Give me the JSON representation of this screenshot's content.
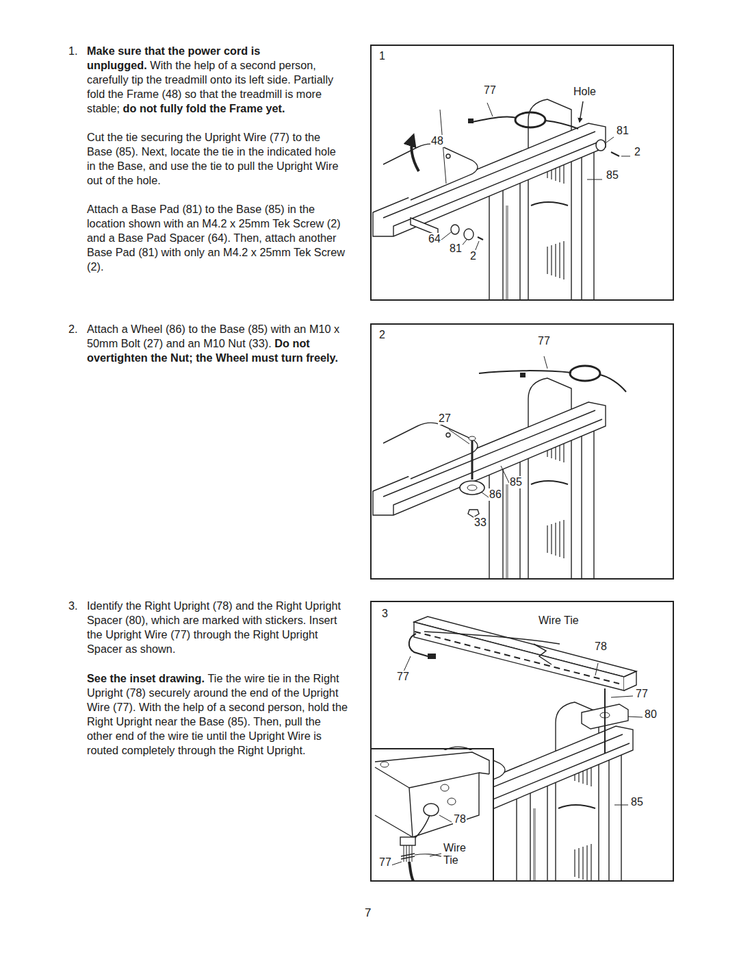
{
  "diagram": {
    "nodes": [
      {
        "text": [
          "1",
          "77",
          "Hole",
          "48",
          "81",
          "2",
          "85",
          "64",
          "81",
          "2"
        ]
      },
      {
        "text": [
          "2",
          "77",
          "27",
          "85",
          "86",
          "33"
        ]
      },
      {
        "text": [
          "3",
          "Wire Tie",
          "78",
          "77",
          "77",
          "80",
          "85"
        ]
      },
      {
        "text": [
          "78",
          "Wire Tie",
          "77"
        ],
        "in": 2
      }
    ],
    "labels": [
      "1.",
      "Make sure that the power cord is unplugged.",
      "With the help of a second person, carefully tip the treadmill onto its left side. Partially fold the Frame (48) so that the treadmill is more stable;",
      "do not fully fold the Frame yet.",
      "Cut the tie securing the Upright Wire (77) to the Base (85). Next, locate the tie in the indicated hole in the Base, and use the tie to pull the Upright Wire out of the hole.",
      "Attach a Base Pad (81) to the Base (85) in the location shown with an M4.2 x 25mm Tek Screw (2) and a Base Pad Spacer (64). Then, attach another Base Pad (81) with only an M4.2 x 25mm Tek Screw (2).",
      "2.",
      "Attach a Wheel (86) to the Base (85) with an M10 x 50mm Bolt (27) and an M10 Nut (33).",
      "Do not overtighten the Nut; the Wheel must turn freely.",
      "3.",
      "Identify the Right Upright (78) and the Right Upright Spacer (80), which are marked with stickers. Insert the Upright Wire (77) through the Right Upright Spacer as shown.",
      "See the inset drawing.",
      "Tie the wire tie in the Right Upright (78) securely around the end of the Upright Wire (77). With the help of a second person, hold the Right Upright near the Base (85). Then, pull the other end of the wire tie until the Upright Wire is routed completely through the Right Upright.",
      "7"
    ]
  }
}
